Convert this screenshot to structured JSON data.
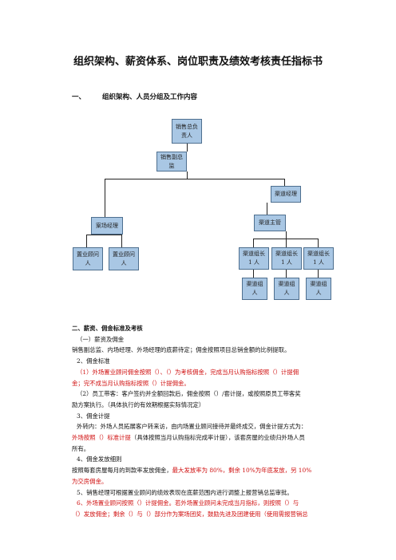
{
  "title": "组织架构、薪资体系、岗位职责及绩效考核责任指标书",
  "section1": {
    "num": "一、",
    "text": "组织架构、人员分组及工作内容"
  },
  "org": {
    "sales_director": [
      "销售总负",
      "责人"
    ],
    "sales_deputy": [
      "销售副总",
      "监"
    ],
    "case_manager": "案场经理",
    "channel_manager": "渠道经理",
    "channel_supervisor": "渠道主管",
    "consultant1": [
      "置业顾问",
      "人"
    ],
    "consultant2": [
      "置业顾问",
      "人"
    ],
    "channel_leader1": [
      "渠道组长",
      "1 人"
    ],
    "channel_leader2": [
      "渠道组长",
      "1 人"
    ],
    "channel_leader3": [
      "渠道组长",
      "1 人"
    ],
    "channel_member1": [
      "渠道组",
      "人"
    ],
    "channel_member2": [
      "渠道组",
      "人"
    ],
    "channel_member3": [
      "渠道组",
      "人"
    ]
  },
  "content": {
    "sec2_title": "二、薪资、佣金标准及考核",
    "l1": "（一）薪资及佣金",
    "l2": "销售副总监、内场经理、外场经理的底薪待定；佣金按照项目总销金额的比例提取。",
    "l3": "2、佣金标准",
    "l4a": "（1）外场置业顾问佣金按照（）、（）为考核佣金，完成当月认购指标按照（）计提佣",
    "l4b": "金；完不成当月认购指标按照（）计提佣金。",
    "l5a": "（2）员工带客：客户签约并全额回款后，佣金按照（）/套计提，或按照原员工带客奖",
    "l5b": "励方案执行。（具体执行的有效期根据实际情况定）",
    "l6": "3、佣金计提",
    "l7a": "外转内：外场人员拓展客户转来访，由内场置业顾问接待并最终成交，佣金计提方式为：",
    "l7b_red": "外场按照（）标准计提",
    "l7b_rest": "（具体按照当月认购指标完成率计提），该套房屋的业绩归外场人员",
    "l7c": "所有。",
    "l8": "4、佣金发放细则",
    "l9a_black": "按照每套房屋每月的到款率发放佣金，",
    "l9a_red": "最大发放率为 80%，剩余 10%为年底发放，另 10%",
    "l9b": "为交房佣金。",
    "l10": "5、销售经理可根据置业顾问的绩效表现在底薪范围内进行调整上报营销总监审批。",
    "l11a": "6、外场置业顾问按照（）计提佣金。若外场置业顾问未完成当月指标，则按照（）与",
    "l11b": "（）发放佣金；剩余（）与（）部分作为案场团奖，鼓励先进及团建使用（使用需报营销总"
  }
}
